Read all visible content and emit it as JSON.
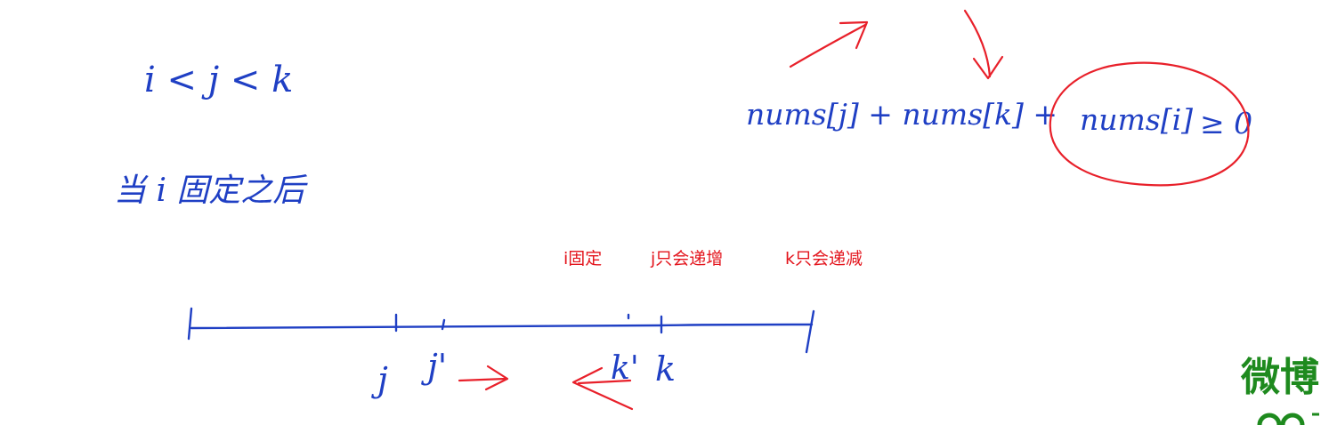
{
  "handwriting": {
    "order_relation": "i < j < k",
    "note_left": "当 i 固定之后",
    "inequality_prefix": "nums[j] + nums[k] + ",
    "inequality_circled": "nums[i]",
    "inequality_suffix": " ≥ 0",
    "axis_labels": [
      "j",
      "j'",
      "k'",
      "k"
    ]
  },
  "annotations": {
    "i_fixed": "i固定",
    "j_increase": "j只会递增",
    "k_decrease": "k只会递减"
  },
  "watermark": {
    "text": "微博"
  },
  "colors": {
    "ink_blue": "#1f3fc4",
    "ink_red": "#e8202a",
    "typed_red": "#e3141c",
    "weibo_green": "#1e8a1e"
  }
}
